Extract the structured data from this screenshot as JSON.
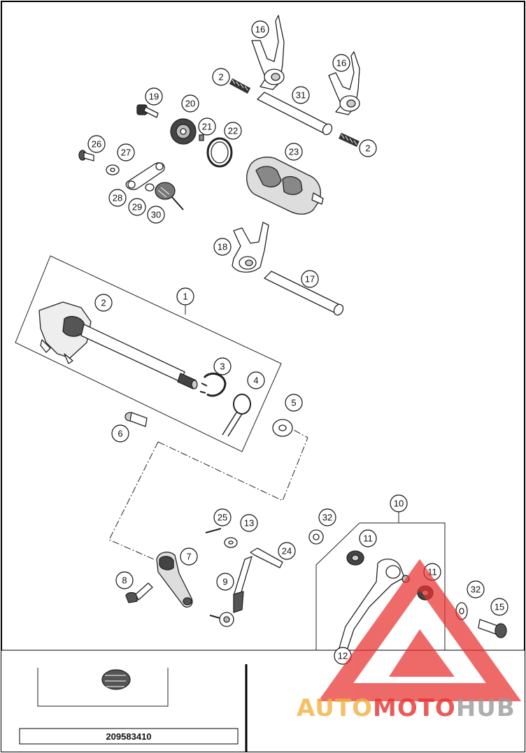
{
  "diagram": {
    "callouts": [
      {
        "id": "c16a",
        "label": "16"
      },
      {
        "id": "c16b",
        "label": "16"
      },
      {
        "id": "c2a",
        "label": "2"
      },
      {
        "id": "c31",
        "label": "31"
      },
      {
        "id": "c2b",
        "label": "2"
      },
      {
        "id": "c19",
        "label": "19"
      },
      {
        "id": "c20",
        "label": "20"
      },
      {
        "id": "c21",
        "label": "21"
      },
      {
        "id": "c22",
        "label": "22"
      },
      {
        "id": "c23",
        "label": "23"
      },
      {
        "id": "c26",
        "label": "26"
      },
      {
        "id": "c27",
        "label": "27"
      },
      {
        "id": "c28",
        "label": "28"
      },
      {
        "id": "c29",
        "label": "29"
      },
      {
        "id": "c30",
        "label": "30"
      },
      {
        "id": "c18",
        "label": "18"
      },
      {
        "id": "c17",
        "label": "17"
      },
      {
        "id": "c1",
        "label": "1"
      },
      {
        "id": "c2c",
        "label": "2"
      },
      {
        "id": "c3",
        "label": "3"
      },
      {
        "id": "c4",
        "label": "4"
      },
      {
        "id": "c5",
        "label": "5"
      },
      {
        "id": "c6",
        "label": "6"
      },
      {
        "id": "c25",
        "label": "25"
      },
      {
        "id": "c13",
        "label": "13"
      },
      {
        "id": "c24",
        "label": "24"
      },
      {
        "id": "c7",
        "label": "7"
      },
      {
        "id": "c8",
        "label": "8"
      },
      {
        "id": "c9",
        "label": "9"
      },
      {
        "id": "c32a",
        "label": "32"
      },
      {
        "id": "c10",
        "label": "10"
      },
      {
        "id": "c11a",
        "label": "11"
      },
      {
        "id": "c11b",
        "label": "11"
      },
      {
        "id": "c32b",
        "label": "32"
      },
      {
        "id": "c15",
        "label": "15"
      },
      {
        "id": "c12",
        "label": "12"
      }
    ],
    "part_number": "209583410"
  },
  "watermark": {
    "brand_part1": "AUTO",
    "brand_part2": "MOTO",
    "brand_part3": "HUB",
    "color_orange": "#f5b041",
    "color_red": "#e8322f",
    "color_grey": "#9a9a9a"
  }
}
